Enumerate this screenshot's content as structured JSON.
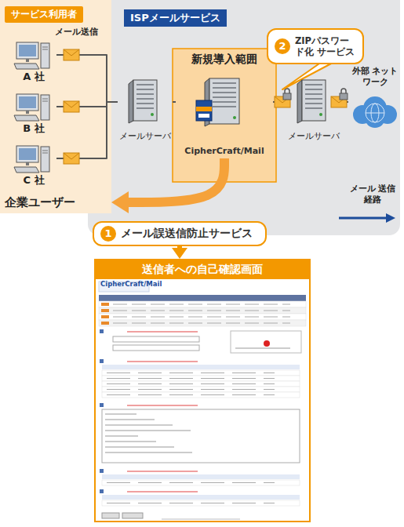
{
  "diagram": {
    "nodes": [
      {
        "text": [
          "サービス利用者",
          "企業ユーザー"
        ]
      },
      {
        "text": [
          "A 社"
        ],
        "in": 0
      },
      {
        "text": [
          "B 社"
        ],
        "in": 0
      },
      {
        "text": [
          "C 社"
        ],
        "in": 0
      },
      {
        "text": [
          "ISPメールサービス"
        ]
      },
      {
        "text": [
          "メールサーバ"
        ],
        "in": 4
      },
      {
        "text": [
          "新規導入範囲"
        ],
        "in": 4
      },
      {
        "text": [
          "CipherCraft/Mail"
        ],
        "in": 6
      },
      {
        "text": [
          "メールサーバ"
        ],
        "in": 4
      },
      {
        "text": [
          "外部 ネットワーク"
        ]
      },
      {
        "text": [
          "2",
          "ZIPパスワード化 サービス"
        ],
        "in": 4
      },
      {
        "text": [
          "1",
          "メール誤送信防止サービス"
        ]
      },
      {
        "text": [
          "送信者への自己確認画面"
        ]
      }
    ],
    "edges": [
      {
        "from": 1,
        "to": 5,
        "arrow": "none"
      },
      {
        "from": 2,
        "to": 5,
        "arrow": "none"
      },
      {
        "from": 3,
        "to": 5,
        "arrow": "none"
      },
      {
        "from": 5,
        "to": 7,
        "arrow": "none"
      },
      {
        "from": 7,
        "to": 8,
        "arrow": "none"
      },
      {
        "from": 8,
        "to": 9,
        "arrow": "none"
      },
      {
        "from": 7,
        "to": 0,
        "arrow": "to"
      },
      {
        "from": 11,
        "to": 12,
        "arrow": "to"
      }
    ],
    "labels": [
      "メール送信",
      "メール 送信経路",
      "CipherCraft/Mail"
    ]
  }
}
